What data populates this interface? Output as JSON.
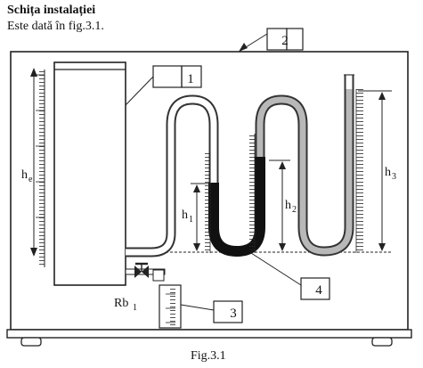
{
  "header": {
    "title": "Schița instalației",
    "subtitle": "Este dată în fig.3.1."
  },
  "figure": {
    "caption": "Fig.3.1",
    "callouts": [
      "1",
      "2",
      "3",
      "4"
    ],
    "labels": {
      "he": "h",
      "he_sub": "e",
      "h1": "h",
      "h1_sub": "1",
      "h2": "h",
      "h2_sub": "2",
      "h3": "h",
      "h3_sub": "3",
      "rb": "Rb",
      "rb_sub": "1"
    }
  }
}
